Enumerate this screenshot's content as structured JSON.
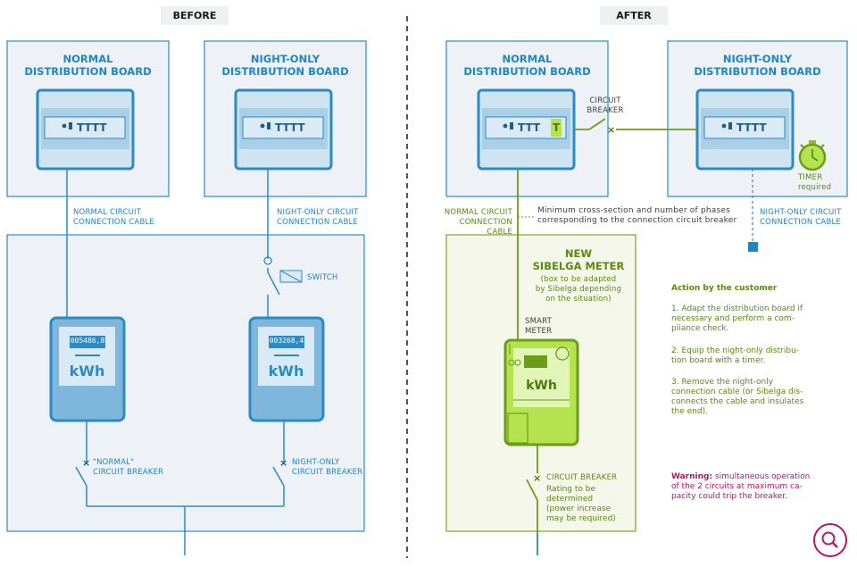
{
  "headers": {
    "before": "BEFORE",
    "after": "AFTER"
  },
  "before": {
    "normal_board_title": "NORMAL\nDISTRIBUTION BOARD",
    "night_board_title": "NIGHT-ONLY\nDISTRIBUTION BOARD",
    "normal_cable_label": "NORMAL CIRCUIT\nCONNECTION CABLE",
    "night_cable_label": "NIGHT-ONLY CIRCUIT\nCONNECTION CABLE",
    "switch_label": "SWITCH",
    "meter1_reading": "005486,8",
    "meter2_reading": "003268,4",
    "meter_unit": "kWh",
    "normal_breaker_label": "\"NORMAL\"\nCIRCUIT BREAKER",
    "night_breaker_label": "NIGHT-ONLY\nCIRCUIT BREAKER"
  },
  "after": {
    "normal_board_title": "NORMAL\nDISTRIBUTION BOARD",
    "night_board_title": "NIGHT-ONLY\nDISTRIBUTION BOARD",
    "circuit_breaker_label": "CIRCUIT\nBREAKER",
    "timer_label": "TIMER\nrequired",
    "normal_cable_label": "NORMAL CIRCUIT\nCONNECTION CABLE",
    "cross_section_note": "Minimum cross-section and number of phases\ncorresponding to the connection circuit breaker",
    "night_cable_label": "NIGHT-ONLY CIRCUIT\nCONNECTION CABLE",
    "new_meter_title": "NEW\nSIBELGA METER",
    "new_meter_note": "(box to be adapted\nby Sibelga depending\non the situation)",
    "smart_meter_label": "SMART\nMETER",
    "meter_unit": "kWh",
    "bottom_breaker_label": "CIRCUIT BREAKER",
    "bottom_breaker_note": "Rating to be\ndetermined\n(power increase\nmay be required)",
    "actions_title": "Action by the customer",
    "actions": [
      "1. Adapt the distribution board if\nnecessary and perform a com-\npliance check.",
      "2. Equip the night-only distribu-\ntion board with a timer.",
      "3. Remove the night-only\nconnection cable (or Sibelga dis-\nconnects the cable and insulates\nthe end)."
    ],
    "warning_strong": "Warning:",
    "warning_text": " simultaneous operation\nof the 2 circuits at maximum ca-\npacity could trip the breaker."
  },
  "colors": {
    "blue": "#1d86c4",
    "green": "#6b9c1a",
    "meter_green": "#b5e24f",
    "warning": "#b01769",
    "panel_bg": "#eef1f6"
  },
  "icons": {
    "zoom": "search-icon",
    "timer": "stopwatch-icon"
  }
}
